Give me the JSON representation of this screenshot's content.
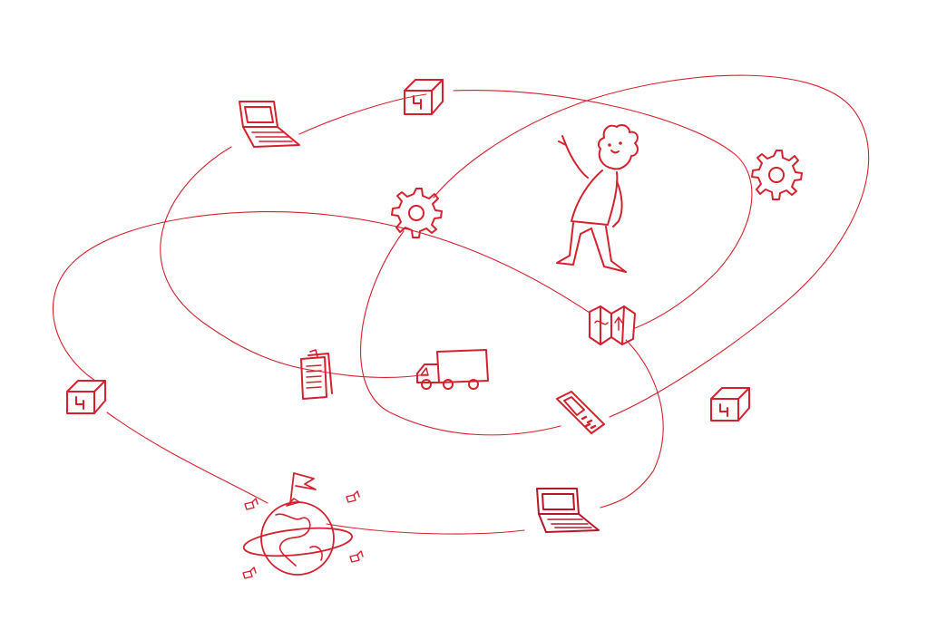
{
  "theme": {
    "ink": "#d3222e",
    "ink_dark": "#b5182a",
    "background": "#ffffff"
  },
  "orbits": [
    {
      "name": "orbit-upper-left"
    },
    {
      "name": "orbit-upper-right"
    },
    {
      "name": "orbit-lower-left"
    },
    {
      "name": "orbit-lower-right"
    }
  ],
  "icons": [
    {
      "name": "package-box-icon",
      "position_label": "top"
    },
    {
      "name": "package-box-icon",
      "position_label": "left"
    },
    {
      "name": "package-box-icon",
      "position_label": "right"
    },
    {
      "name": "laptop-icon",
      "position_label": "top-left"
    },
    {
      "name": "laptop-icon",
      "position_label": "bottom"
    },
    {
      "name": "gear-icon",
      "position_label": "center"
    },
    {
      "name": "gear-icon",
      "position_label": "right"
    },
    {
      "name": "person-pointing-icon",
      "position_label": "center-right"
    },
    {
      "name": "folded-map-icon",
      "position_label": "right"
    },
    {
      "name": "documents-icon",
      "position_label": "center-left"
    },
    {
      "name": "delivery-truck-icon",
      "position_label": "center"
    },
    {
      "name": "handheld-scanner-icon",
      "position_label": "right"
    },
    {
      "name": "globe-with-flag-icon",
      "position_label": "bottom-left"
    }
  ]
}
